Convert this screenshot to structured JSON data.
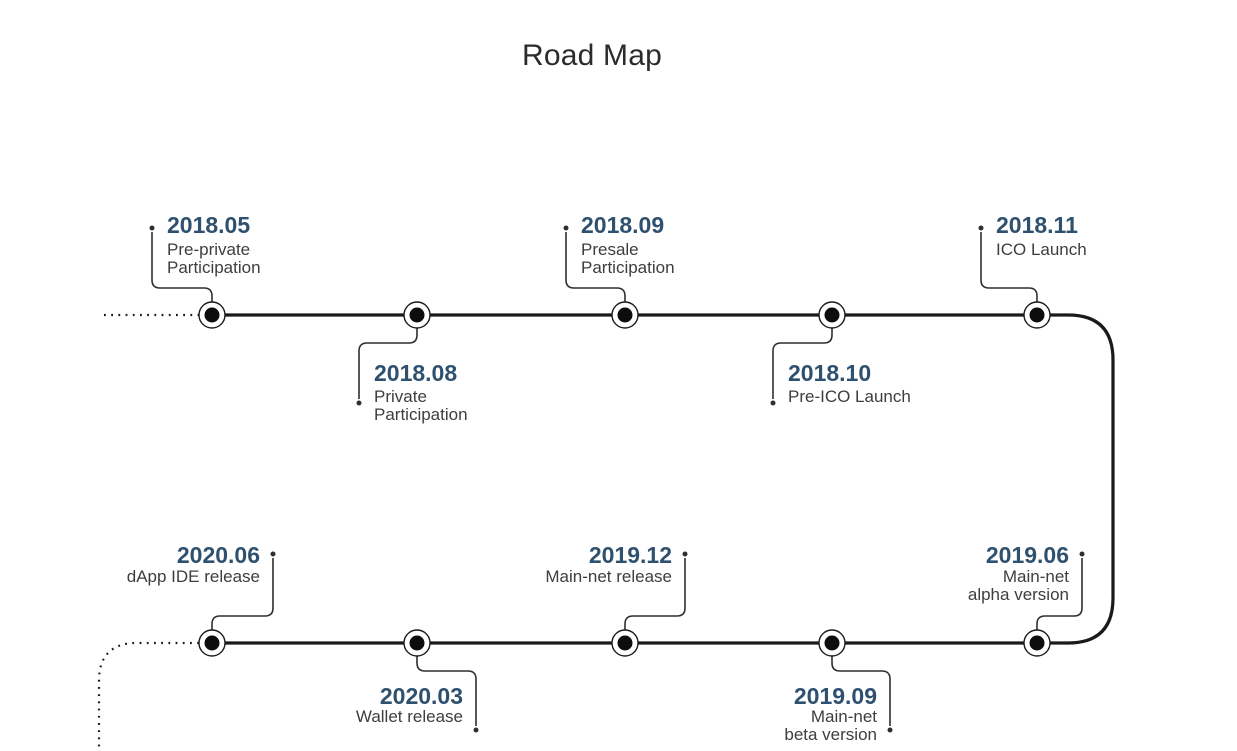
{
  "title": "Road Map",
  "colors": {
    "background": "#ffffff",
    "title_text": "#2b2b2b",
    "timeline_line": "#1a1a1a",
    "node_fill": "#0d0d0d",
    "connector_line": "#2f2f2f",
    "date_text": "#2f5170",
    "description_text": "#3e3e3e"
  },
  "timeline": {
    "rows": [
      {
        "name": "row-2018",
        "direction": "left-to-right"
      },
      {
        "name": "row-2019-2020",
        "direction": "right-to-left"
      }
    ],
    "milestones": [
      {
        "date": "2018.05",
        "description": [
          "Pre-private",
          "Participation"
        ],
        "row": "top",
        "label_side": "above"
      },
      {
        "date": "2018.08",
        "description": [
          "Private",
          "Participation"
        ],
        "row": "top",
        "label_side": "below"
      },
      {
        "date": "2018.09",
        "description": [
          "Presale",
          "Participation"
        ],
        "row": "top",
        "label_side": "above"
      },
      {
        "date": "2018.10",
        "description": [
          "Pre-ICO Launch"
        ],
        "row": "top",
        "label_side": "below"
      },
      {
        "date": "2018.11",
        "description": [
          "ICO Launch"
        ],
        "row": "top",
        "label_side": "above"
      },
      {
        "date": "2019.06",
        "description": [
          "Main-net",
          "alpha version"
        ],
        "row": "bottom",
        "label_side": "above"
      },
      {
        "date": "2019.09",
        "description": [
          "Main-net",
          "beta version"
        ],
        "row": "bottom",
        "label_side": "below"
      },
      {
        "date": "2019.12",
        "description": [
          "Main-net release"
        ],
        "row": "bottom",
        "label_side": "above"
      },
      {
        "date": "2020.03",
        "description": [
          "Wallet release"
        ],
        "row": "bottom",
        "label_side": "below"
      },
      {
        "date": "2020.06",
        "description": [
          "dApp IDE release"
        ],
        "row": "bottom",
        "label_side": "above"
      }
    ]
  }
}
